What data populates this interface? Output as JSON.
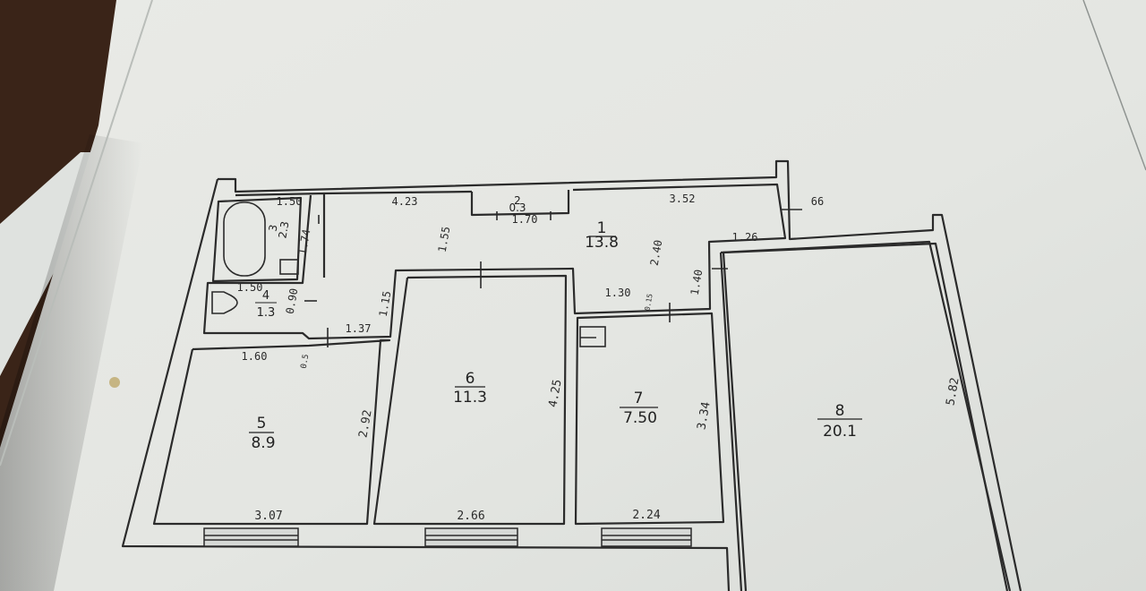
{
  "rooms": [
    {
      "id": "1",
      "number": "1",
      "area": "13.8"
    },
    {
      "id": "2",
      "number": "2",
      "area": "0.3"
    },
    {
      "id": "3",
      "number": "3",
      "area": "2.3"
    },
    {
      "id": "4",
      "number": "4",
      "area": "1.3"
    },
    {
      "id": "5",
      "number": "5",
      "area": "8.9"
    },
    {
      "id": "6",
      "number": "6",
      "area": "11.3"
    },
    {
      "id": "7",
      "number": "7",
      "area": "7.50"
    },
    {
      "id": "8",
      "number": "8",
      "area": "20.1"
    }
  ],
  "dimensions": {
    "bath_top": "1.50",
    "hall_top": "4.23",
    "closet_width": "1.70",
    "room1_top": "3.52",
    "wall_mark": "66",
    "hall_height": "1.55",
    "room1_height": "2.40",
    "step_width": "1.26",
    "step_height": "1.40",
    "bath_side": "1.74",
    "wc_top": "1.50",
    "wc_side": "0.90",
    "hall_gap": "1.15",
    "corridor_width": "1.37",
    "kitchen_ledge": "1.30",
    "kitchen_small": "0.15",
    "room5_top": "1.60",
    "room5_gap": "0.5",
    "room5_height": "2.92",
    "room5_width": "3.07",
    "room6_width": "2.66",
    "room6_height": "4.25",
    "room7_width": "2.24",
    "room7_height": "3.34",
    "room8_height": "5.82"
  }
}
